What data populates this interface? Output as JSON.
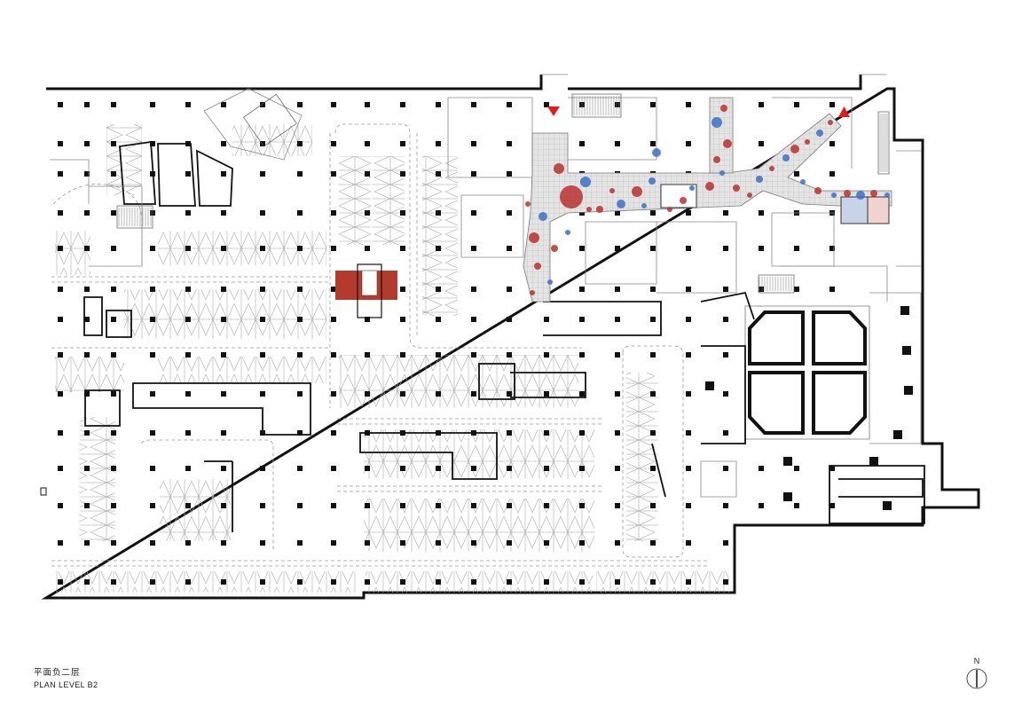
{
  "caption": {
    "title_cn": "平面负二层",
    "title_en": "PLAN LEVEL B2"
  },
  "north_arrow": {
    "label": "N"
  },
  "colors": {
    "wall": "#111111",
    "line": "#8a8a8a",
    "corridor_grid": "#d9d9d9",
    "highlight_room": "#b33a2e",
    "bubble_red": "#b8312f",
    "bubble_blue": "#3d6fc4",
    "marker_red": "#e01b1b"
  },
  "icons": [
    "north-arrow-icon",
    "entrance-marker-icon"
  ]
}
